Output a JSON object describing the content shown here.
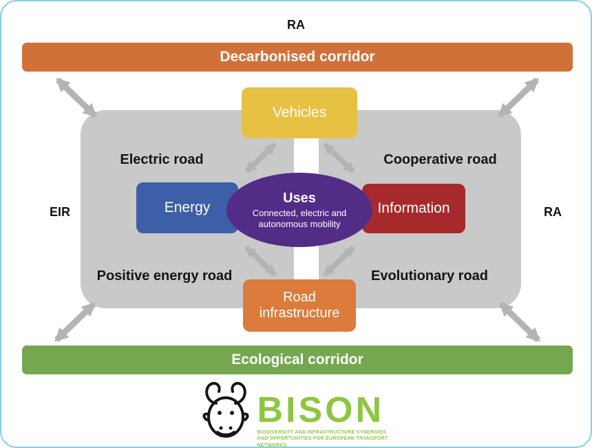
{
  "page": {
    "top_label": "RA",
    "left_label": "EIR",
    "right_label": "RA"
  },
  "corridors": {
    "decarbonised": {
      "label": "Decarbonised corridor",
      "color": "#d0713a"
    },
    "ecological": {
      "label": "Ecological corridor",
      "color": "#75a751"
    }
  },
  "center": {
    "vehicles": {
      "label": "Vehicles",
      "color": "#e7c143"
    },
    "energy": {
      "label": "Energy",
      "color": "#3d5fa7"
    },
    "information": {
      "label": "Information",
      "color": "#a62a2c"
    },
    "road_infrastructure": {
      "label": "Road infrastructure",
      "color": "#dc7b3b"
    },
    "uses": {
      "title": "Uses",
      "subtitle": "Connected, electric and autonomous mobility",
      "color": "#532c87"
    },
    "quadrant_labels": {
      "top_left": "Electric road",
      "top_right": "Cooperative road",
      "bottom_left": "Positive energy road",
      "bottom_right": "Evolutionary road"
    }
  },
  "logo": {
    "wordmark": "BISON",
    "tagline": "BIODIVERSITY AND INFRASTRUCTURE SYNERGIES AND OPPORTUNITIES FOR EUROPEAN TRANSPORT NETWORKS",
    "color": "#8dc63f"
  },
  "colors": {
    "panel": "#c9c9c9",
    "arrow": "#b4b4b4",
    "page_border": "#85cfe1"
  }
}
